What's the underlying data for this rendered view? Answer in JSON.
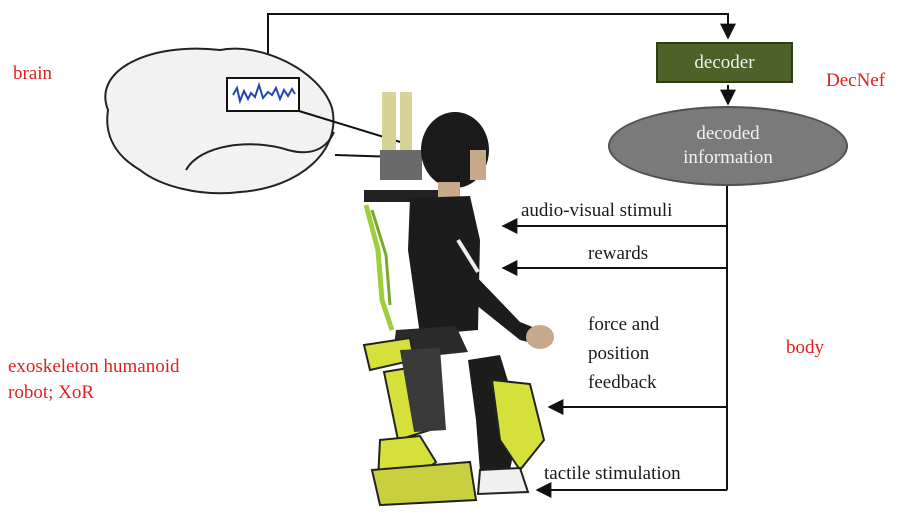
{
  "labels": {
    "brain": "brain",
    "decnef": "DecNef",
    "body": "body",
    "robot_line1": "exoskeleton humanoid",
    "robot_line2": "robot; XoR"
  },
  "nodes": {
    "decoder": "decoder",
    "decoded_line1": "decoded",
    "decoded_line2": "information"
  },
  "arrows": {
    "audio_visual": "audio-visual stimuli",
    "rewards": "rewards",
    "force_feedback": "force and\nposition\nfeedback",
    "tactile": "tactile stimulation"
  },
  "colors": {
    "label_red": "#e02020",
    "decoder_fill": "#4c6228",
    "ellipse_fill": "#7a7a7a",
    "exoskeleton_yellow": "#d6e03a",
    "suit_black": "#1c1c1c"
  }
}
